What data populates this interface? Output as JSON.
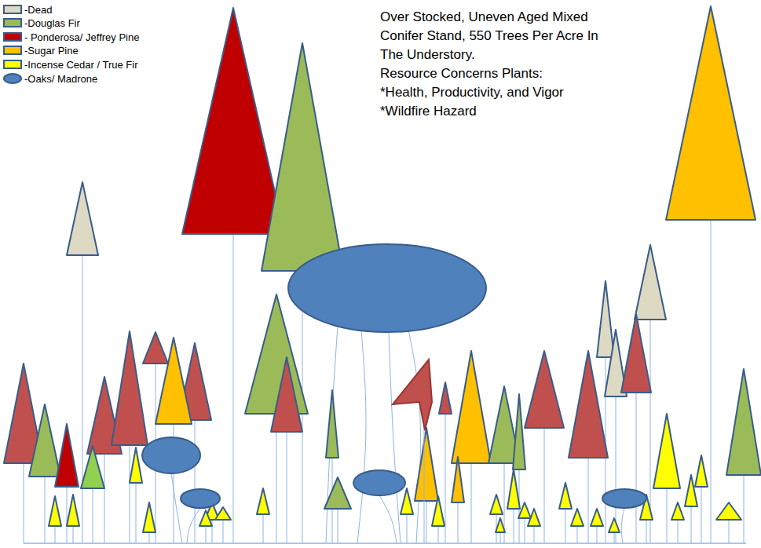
{
  "diagram": {
    "labels": [
      "Over Stocked, Uneven Aged Mixed Conifer Stand, 550 Trees Per Acre In The Understory.",
      "Resource Concerns Plants:",
      "*Health, Productivity, and Vigor",
      "*Wildfire Hazard"
    ],
    "legend": [
      {
        "text": "-Dead",
        "color": "#ddd9c3"
      },
      {
        "text": "-Douglas Fir",
        "color": "#9bbb59"
      },
      {
        "text": "- Ponderosa/ Jeffrey Pine",
        "color": "#c00000"
      },
      {
        "text": "-Sugar Pine",
        "color": "#ffc000"
      },
      {
        "text": "-Incense Cedar / True Fir",
        "color": "#ffff00"
      },
      {
        "text": "-Oaks/ Madrone",
        "color": "#4f81bd"
      }
    ]
  }
}
